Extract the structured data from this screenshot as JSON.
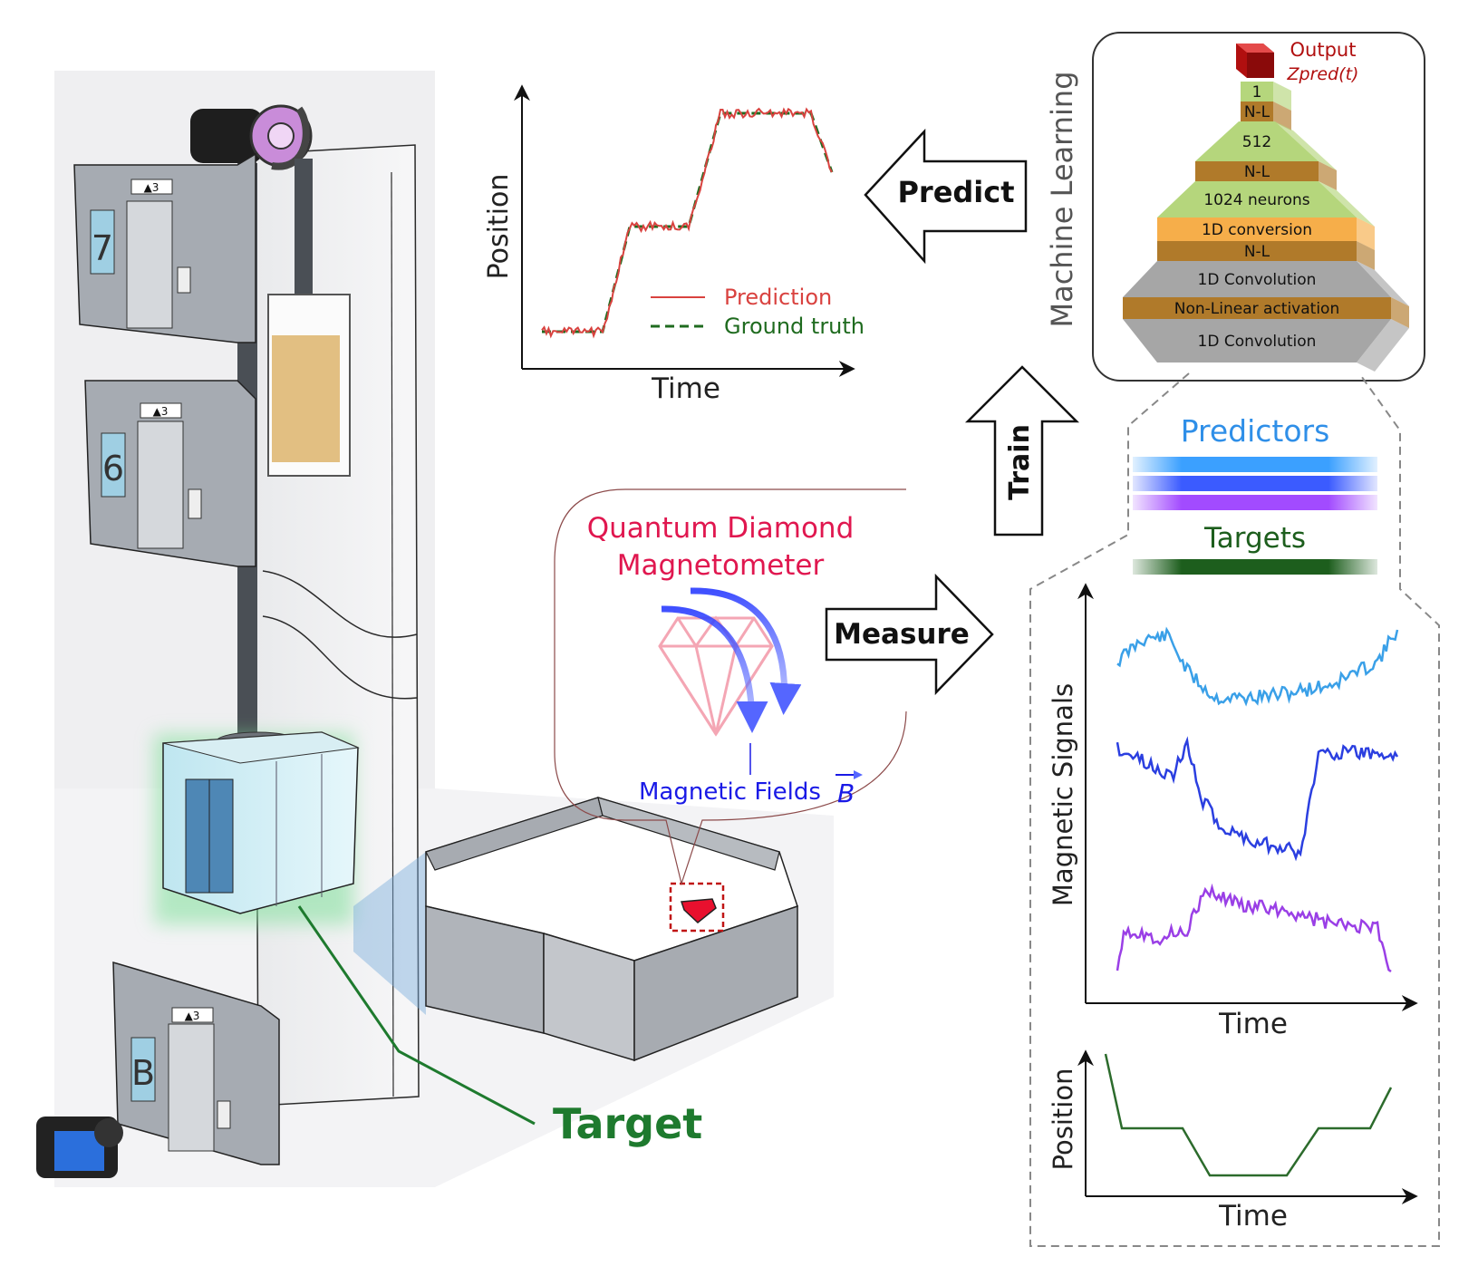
{
  "building": {
    "floor_top": "7",
    "floor_mid": "6",
    "floor_bottom": "B",
    "indicator": "▲3",
    "target_label": "Target"
  },
  "sensor": {
    "title_line1": "Quantum Diamond",
    "title_line2": "Magnetometer",
    "fields_label": "Magnetic Fields",
    "fields_symbol": "B"
  },
  "arrows": {
    "measure": "Measure",
    "train": "Train",
    "predict": "Predict"
  },
  "ml": {
    "title": "Machine Learning",
    "output_label": "Output",
    "output_symbol": "Zpred(t)",
    "layers": [
      {
        "label": "1",
        "kind": "dense"
      },
      {
        "label": "N-L",
        "kind": "act"
      },
      {
        "label": "512",
        "kind": "dense"
      },
      {
        "label": "N-L",
        "kind": "act"
      },
      {
        "label": "1024 neurons",
        "kind": "dense"
      },
      {
        "label": "1D conversion",
        "kind": "conv1d"
      },
      {
        "label": "N-L",
        "kind": "act"
      },
      {
        "label": "1D Convolution",
        "kind": "conv"
      },
      {
        "label": "Non-Linear activation",
        "kind": "act"
      },
      {
        "label": "1D Convolution",
        "kind": "conv"
      }
    ]
  },
  "data_panel": {
    "predictors_label": "Predictors",
    "targets_label": "Targets",
    "signals_ylabel": "Magnetic Signals",
    "signals_xlabel": "Time",
    "position_ylabel": "Position",
    "position_xlabel": "Time"
  },
  "prediction_plot": {
    "xlabel": "Time",
    "ylabel": "Position",
    "legend": [
      "Prediction",
      "Ground truth"
    ]
  },
  "colors": {
    "target_green": "#1e7a2e",
    "prediction_red": "#d9423f",
    "ground_truth_green": "#1f6b1f",
    "sensor_title": "#e0174f",
    "field_blue": "#1a1ae6",
    "predictors_blue": "#2f8fe8",
    "targets_green": "#1d5e1d",
    "signal_light_blue": "#3aa0e8",
    "signal_blue": "#2b3fe0",
    "signal_purple": "#9a3fe6",
    "layer_dense": "#b5d67c",
    "layer_act": "#b07a2a",
    "layer_conv1d": "#f6ae4a",
    "layer_conv": "#a6a6a6",
    "output_cube": "#c01414"
  }
}
